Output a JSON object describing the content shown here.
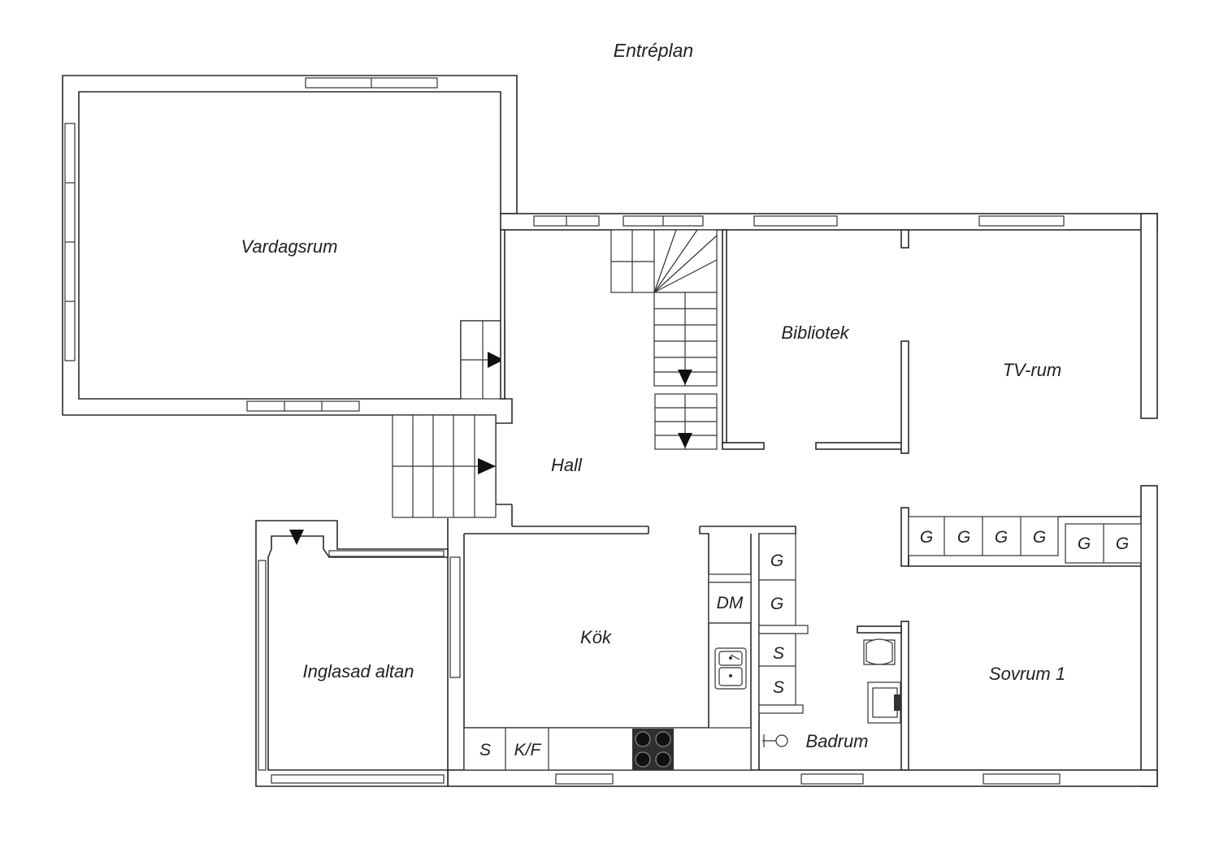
{
  "plan_title": "Entréplan",
  "rooms": {
    "vardagsrum": "Vardagsrum",
    "hall": "Hall",
    "bibliotek": "Bibliotek",
    "tv_rum": "TV-rum",
    "kok": "Kök",
    "inglasad_altan": "Inglasad altan",
    "badrum": "Badrum",
    "sovrum_1": "Sovrum 1"
  },
  "fixtures": {
    "garderob": "G",
    "diskmaskin": "DM",
    "skap": "S",
    "kyl_frys": "K/F"
  }
}
